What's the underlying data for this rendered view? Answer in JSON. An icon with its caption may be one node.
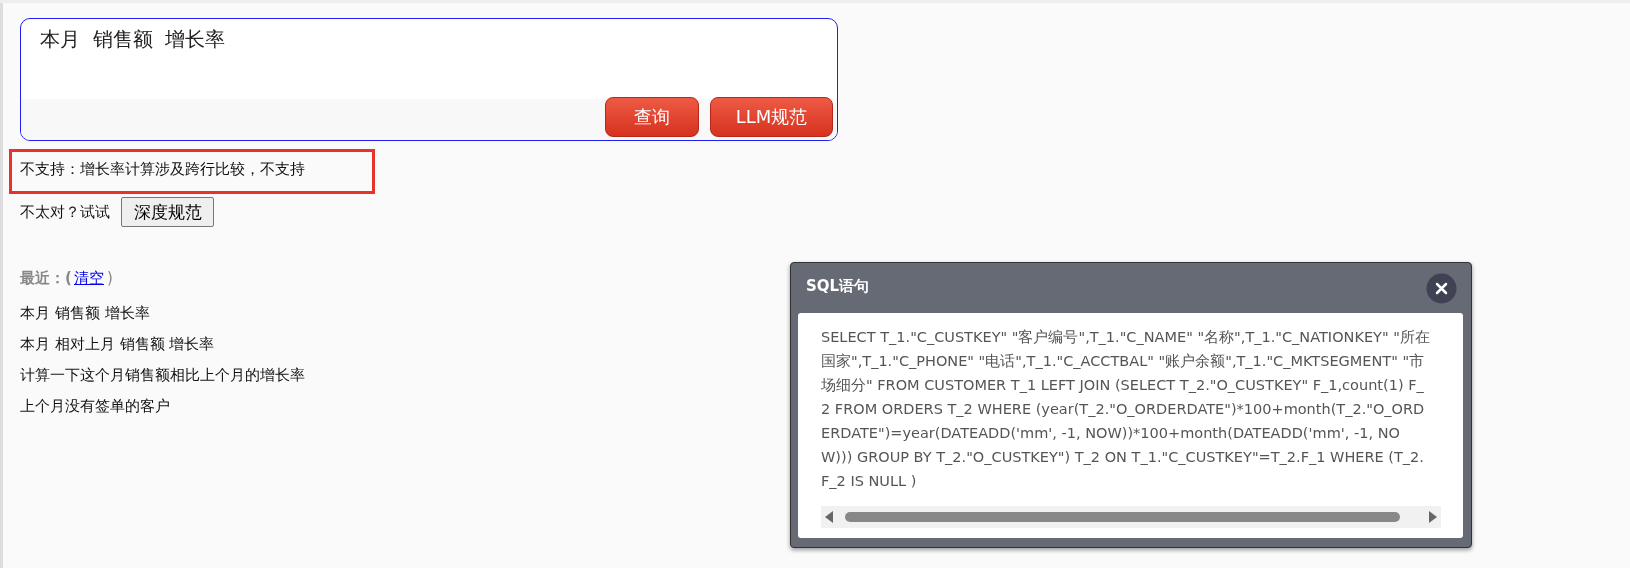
{
  "diagram": {
    "labels": [
      "本月  销售额  增长率",
      "查询",
      "LLM规范",
      "不支持：增长率计算涉及跨行比较，不支持",
      "不太对？试试",
      "深度规范",
      "最近：(",
      "清空",
      ")",
      "本月 销售额 增长率",
      "本月 相对上月 销售额 增长率",
      "计算一下这个月销售额相比上个月的增长率",
      "上个月没有签单的客户",
      "SQL语句",
      "SELECT T_1.\"C_CUSTKEY\" \"客户编号\",T_1.\"C_NAME\" \"名称\",T_1.\"C_NATIONKEY\" \"所在国家\",T_1.\"C_PHONE\" \"电话\",T_1.\"C_ACCTBAL\" \"账户余额\",T_1.\"C_MKTSEGMENT\" \"市场细分\" FROM CUSTOMER T_1 LEFT JOIN (SELECT T_2.\"O_CUSTKEY\" F_1,count(1) F_2 FROM ORDERS T_2 WHERE (year(T_2.\"O_ORDERDATE\")*100+month(T_2.\"O_ORDERDATE\")=year(DATEADD('mm', -1, NOW))*100+month(DATEADD('mm', -1, NOW))) GROUP BY T_2.\"O_CUSTKEY\") T_2 ON T_1.\"C_CUSTKEY\"=T_2.F_1 WHERE (T_2.F_2 IS NULL )"
    ]
  }
}
